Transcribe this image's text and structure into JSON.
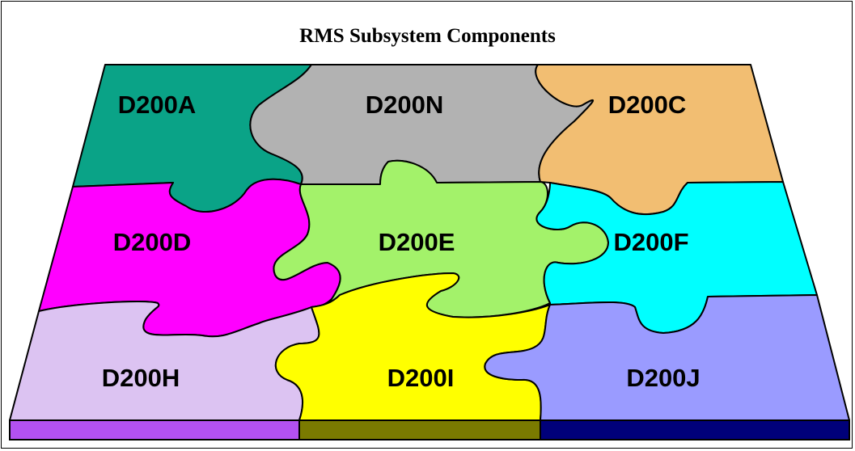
{
  "title": "RMS Subsystem Components",
  "pieces": [
    {
      "id": "D200A",
      "label": "D200A",
      "color": "#0aa387"
    },
    {
      "id": "D200N",
      "label": "D200N",
      "color": "#b2b2b2"
    },
    {
      "id": "D200C",
      "label": "D200C",
      "color": "#f2be72"
    },
    {
      "id": "D200D",
      "label": "D200D",
      "color": "#ff00ff"
    },
    {
      "id": "D200E",
      "label": "D200E",
      "color": "#a3f26a"
    },
    {
      "id": "D200F",
      "label": "D200F",
      "color": "#00ffff"
    },
    {
      "id": "D200H",
      "label": "D200H",
      "color": "#dcc3f2"
    },
    {
      "id": "D200I",
      "label": "D200I",
      "color": "#ffff00"
    },
    {
      "id": "D200J",
      "label": "D200J",
      "color": "#9a9bff"
    }
  ],
  "base_colors": [
    "#b351f2",
    "#7a7a00",
    "#00007a"
  ]
}
